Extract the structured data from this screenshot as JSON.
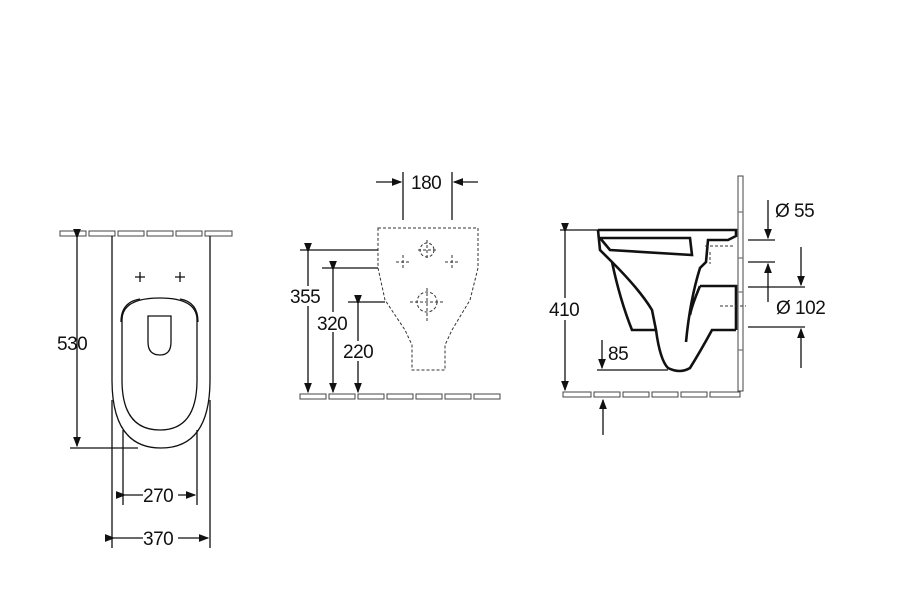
{
  "front_view": {
    "height": "530",
    "seat_width": "270",
    "overall_width": "370"
  },
  "wall_view": {
    "fixing_spacing": "180",
    "height_upper": "355",
    "height_middle": "320",
    "height_lower": "220"
  },
  "side_view": {
    "rim_height": "410",
    "outlet_height": "85",
    "inlet_diameter": "Ø 55",
    "outlet_diameter": "Ø 102"
  }
}
